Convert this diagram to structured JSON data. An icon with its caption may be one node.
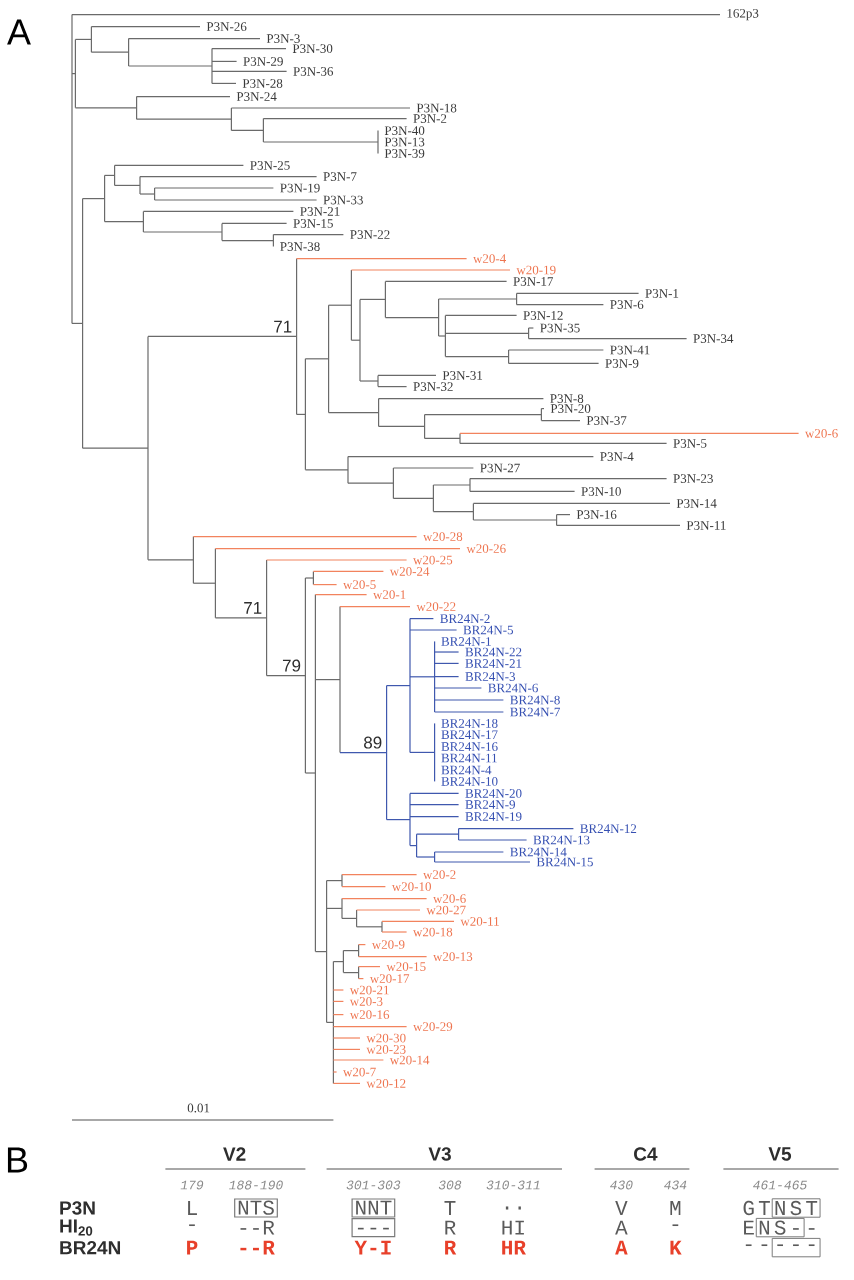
{
  "diagram": {
    "labels": [
      "A",
      "162p3",
      "P3N-26",
      "P3N-3",
      "P3N-30",
      "P3N-29",
      "P3N-36",
      "P3N-28",
      "P3N-24",
      "P3N-18",
      "P3N-2",
      "P3N-40",
      "P3N-13",
      "P3N-39",
      "P3N-25",
      "P3N-7",
      "P3N-19",
      "P3N-33",
      "P3N-21",
      "P3N-15",
      "P3N-22",
      "P3N-38",
      "w20-4",
      "w20-19",
      "P3N-17",
      "P3N-1",
      "P3N-6",
      "P3N-12",
      "P3N-35",
      "P3N-34",
      "P3N-41",
      "P3N-9",
      "P3N-31",
      "P3N-32",
      "P3N-8",
      "P3N-20",
      "P3N-37",
      "w20-6",
      "P3N-5",
      "P3N-4",
      "P3N-27",
      "P3N-23",
      "P3N-10",
      "P3N-14",
      "P3N-16",
      "P3N-11",
      "w20-28",
      "w20-26",
      "w20-25",
      "w20-24",
      "w20-5",
      "w20-1",
      "w20-22",
      "BR24N-2",
      "BR24N-5",
      "BR24N-1",
      "BR24N-22",
      "BR24N-21",
      "BR24N-3",
      "BR24N-6",
      "BR24N-8",
      "BR24N-7",
      "BR24N-18",
      "BR24N-17",
      "BR24N-16",
      "BR24N-11",
      "BR24N-4",
      "BR24N-10",
      "BR24N-20",
      "BR24N-9",
      "BR24N-19",
      "BR24N-12",
      "BR24N-13",
      "BR24N-14",
      "BR24N-15",
      "w20-2",
      "w20-10",
      "w20-6",
      "w20-27",
      "w20-11",
      "w20-18",
      "w20-9",
      "w20-13",
      "w20-15",
      "w20-17",
      "w20-21",
      "w20-3",
      "w20-16",
      "w20-29",
      "w20-30",
      "w20-23",
      "w20-14",
      "w20-7",
      "w20-12",
      "71",
      "71",
      "79",
      "89",
      "0.01",
      "B",
      "V2",
      "V3",
      "C4",
      "V5",
      "179",
      "188-190",
      "301-303",
      "308",
      "310-311",
      "430",
      "434",
      "461-465",
      "P3N",
      "L",
      "NTS",
      "NNT",
      "T",
      "..",
      "V",
      "M",
      "GTNST",
      "HI$_{20}$",
      "-",
      "--R",
      "---",
      "R",
      "HI",
      "A",
      "-",
      "ENS--",
      "BR24N",
      "P",
      "--R",
      "Y-I",
      "R",
      "HR",
      "A",
      "K",
      "-----"
    ]
  }
}
